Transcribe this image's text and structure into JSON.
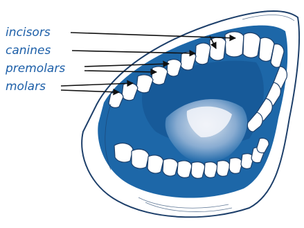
{
  "labels": {
    "incisors": "incisors",
    "canines": "canines",
    "premolars": "premolars",
    "molars": "molars"
  },
  "colors": {
    "label_text": "#1d5fa8",
    "mouth_blue": "#1d67a8",
    "mouth_dark": "#12508c",
    "tooth_fill": "#ffffff",
    "arrow": "#111111"
  }
}
